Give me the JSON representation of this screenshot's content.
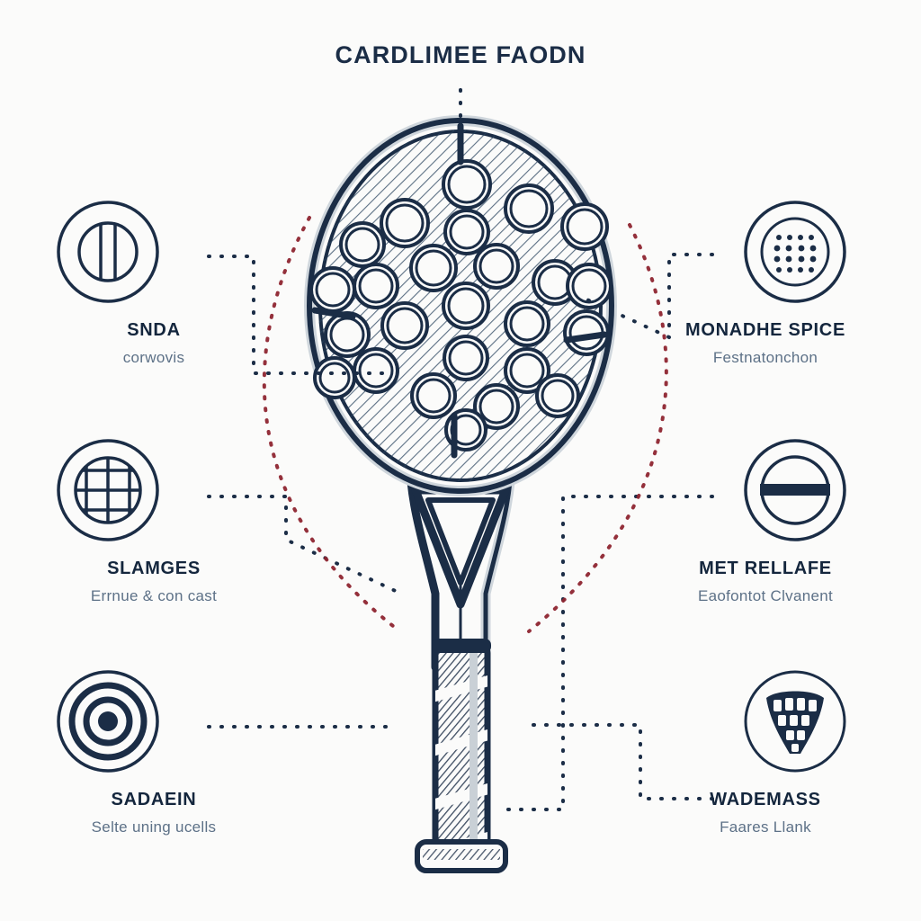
{
  "page": {
    "title": "CARDLIMEE FAODN",
    "background_color": "#fbfbfa",
    "ink_color": "#1b2d46",
    "accent_color": "#8e2530",
    "muted_color": "#5d7187"
  },
  "subject": {
    "name": "padel-racket",
    "description": "padel racket diagram with perforated face, triangular throat and wrapped grip"
  },
  "features": [
    {
      "id": "feat-0",
      "side": "left",
      "title": "SNDA",
      "subtitle": "corwovis",
      "icon": "split-circle-icon"
    },
    {
      "id": "feat-1",
      "side": "left",
      "title": "SLAMGES",
      "subtitle": "Errnue & con cast",
      "icon": "grid-mesh-icon"
    },
    {
      "id": "feat-2",
      "side": "left",
      "title": "SADAEIN",
      "subtitle": "Selte uning ucells",
      "icon": "bullseye-target-icon"
    },
    {
      "id": "feat-3",
      "side": "right",
      "title": "MONADHE SPICE",
      "subtitle": "Festnatonchon",
      "icon": "dot-matrix-icon"
    },
    {
      "id": "feat-4",
      "side": "right",
      "title": "MET RELLAFE",
      "subtitle": "Eaofontot Clvanent",
      "icon": "bar-circle-icon"
    },
    {
      "id": "feat-5",
      "side": "right",
      "title": "WADEMASS",
      "subtitle": "Faares Llank",
      "icon": "racket-head-icon"
    }
  ]
}
